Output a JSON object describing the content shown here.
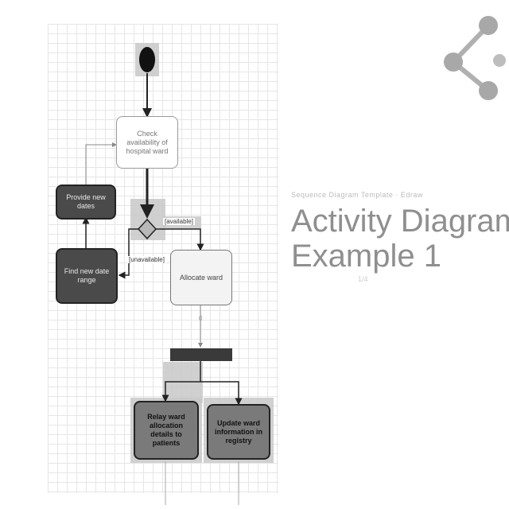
{
  "page": {
    "eyebrow": "Sequence Diagram Template · Edraw",
    "title_line1": "Activity Diagram",
    "title_line2": "Example 1",
    "note": "1/4"
  },
  "diagram": {
    "nodes": {
      "check_availability": "Check availability of hospital ward",
      "provide_new_dates": "Provide new dates",
      "find_new_date_range": "Find new date range",
      "allocate_ward": "Allocate ward",
      "relay_allocation": "Relay ward allocation details to patients",
      "update_ward_info": "Update ward information in registry"
    },
    "guards": {
      "available": "[available]",
      "unavailable": "[unavailable]"
    },
    "edge_label": "0"
  },
  "colors": {
    "dark_fill": "#4a4a4a",
    "mid_fill": "#7a7a7a",
    "title": "#8f8f8f",
    "logo": "#a8a8a8"
  },
  "icons": {
    "logo": "share-network-icon"
  }
}
